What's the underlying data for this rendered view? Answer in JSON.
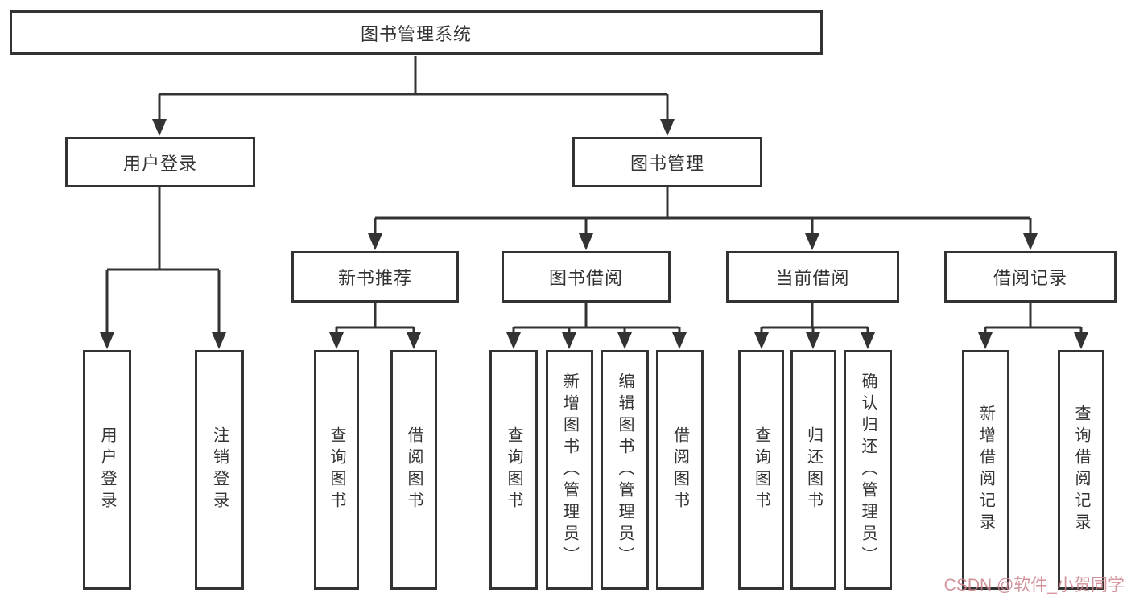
{
  "diagram": {
    "watermark": "CSDN @软件_小贺同学",
    "colors": {
      "line": "#333333",
      "box_border": "#333333",
      "box_fill": "#ffffff",
      "text": "#333333",
      "watermark_text": "#cb8088",
      "background": "#ffffff"
    },
    "tree": {
      "label": "图书管理系统",
      "children": [
        {
          "label": "用户登录",
          "children": [
            {
              "label": "用户登录"
            },
            {
              "label": "注销登录"
            }
          ]
        },
        {
          "label": "图书管理",
          "children": [
            {
              "label": "新书推荐",
              "children": [
                {
                  "label": "查询图书"
                },
                {
                  "label": "借阅图书"
                }
              ]
            },
            {
              "label": "图书借阅",
              "children": [
                {
                  "label": "查询图书"
                },
                {
                  "label": "新增图书（管理员）"
                },
                {
                  "label": "编辑图书（管理员）"
                },
                {
                  "label": "借阅图书"
                }
              ]
            },
            {
              "label": "当前借阅",
              "children": [
                {
                  "label": "查询图书"
                },
                {
                  "label": "归还图书"
                },
                {
                  "label": "确认归还（管理员）"
                }
              ]
            },
            {
              "label": "借阅记录",
              "children": [
                {
                  "label": "新增借阅记录"
                },
                {
                  "label": "查询借阅记录"
                }
              ]
            }
          ]
        }
      ]
    }
  }
}
